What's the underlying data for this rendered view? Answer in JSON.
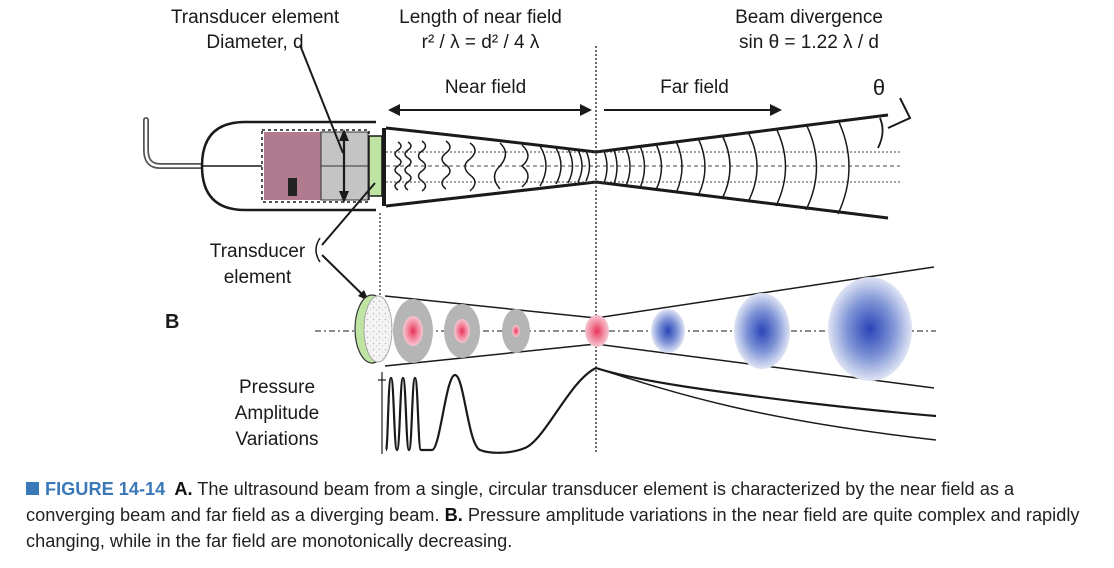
{
  "labels": {
    "transducer_top_1": "Transducer element",
    "transducer_top_2": "Diameter, d",
    "near_length_title": "Length of near field",
    "near_length_formula": "r² / λ  =  d² / 4 λ",
    "divergence_title": "Beam divergence",
    "divergence_formula": "sin θ = 1.22 λ / d",
    "near_field": "Near field",
    "far_field": "Far field",
    "theta": "θ",
    "transducer_element_1": "Transducer",
    "transducer_element_2": "element",
    "panel_b": "B",
    "pressure_1": "Pressure",
    "pressure_2": "Amplitude",
    "pressure_3": "Variations"
  },
  "caption": {
    "figure_label": "FIGURE 14-14",
    "part_a_label": "A.",
    "part_a_text": "The ultrasound beam from a single, circular transducer element is characterized by the near field as a converging beam and far field as a diverging beam.",
    "part_b_label": "B.",
    "part_b_text": "Pressure amplitude variations in the near field are quite complex and rapidly changing, while in the far field are monotonically decreasing."
  },
  "colors": {
    "accent": "#3b78b8",
    "line": "#1a1a1a",
    "crystal": "#bfe3a3",
    "backing": "#b07a8f",
    "housing_inner": "#c4c4c4",
    "near_spot": "#e8335a",
    "far_spot": "#2a44b8",
    "disk": "#b5b5b5"
  }
}
